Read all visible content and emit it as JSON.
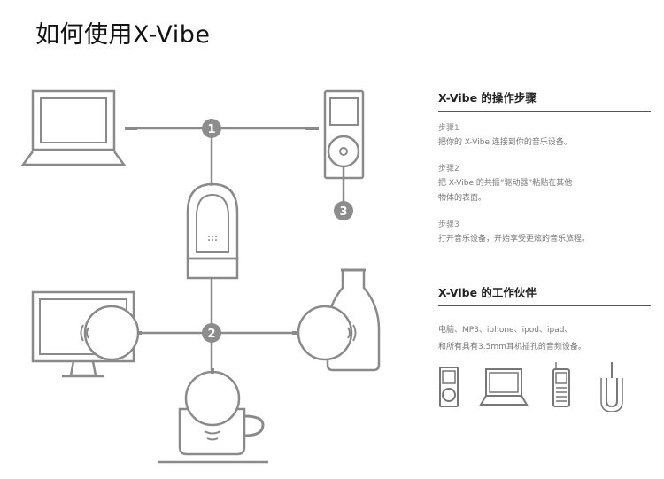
{
  "title": "如何使用X-Vibe",
  "diagram": {
    "markers": [
      "1",
      "2",
      "3"
    ]
  },
  "panel": {
    "section1_title": "X-Vibe 的操作步骤",
    "steps": [
      {
        "label": "步骤1",
        "lines": [
          "把你的 X-Vibe 连接到你的音乐设备。"
        ]
      },
      {
        "label": "步骤2",
        "lines": [
          "把 X-Vibe 的共振“驱动器”粘贴在其他",
          "物体的表面。"
        ]
      },
      {
        "label": "步骤3",
        "lines": [
          "打开音乐设备，开始享受更炫的音乐旅程。"
        ]
      }
    ],
    "section2_title": "X-Vibe 的工作伙伴",
    "devices_lines": [
      "电脑、MP3、iphone、ipod、ipad、",
      "和所有具有3.5mm耳机插孔的音频设备。"
    ],
    "device_icons": [
      "mp3-player-icon",
      "laptop-icon",
      "mobile-phone-icon",
      "audio-jack-icon"
    ]
  },
  "colors": {
    "line": "#8a8a8a",
    "marker": "#8c8c8c",
    "marker_text": "#ffffff"
  }
}
